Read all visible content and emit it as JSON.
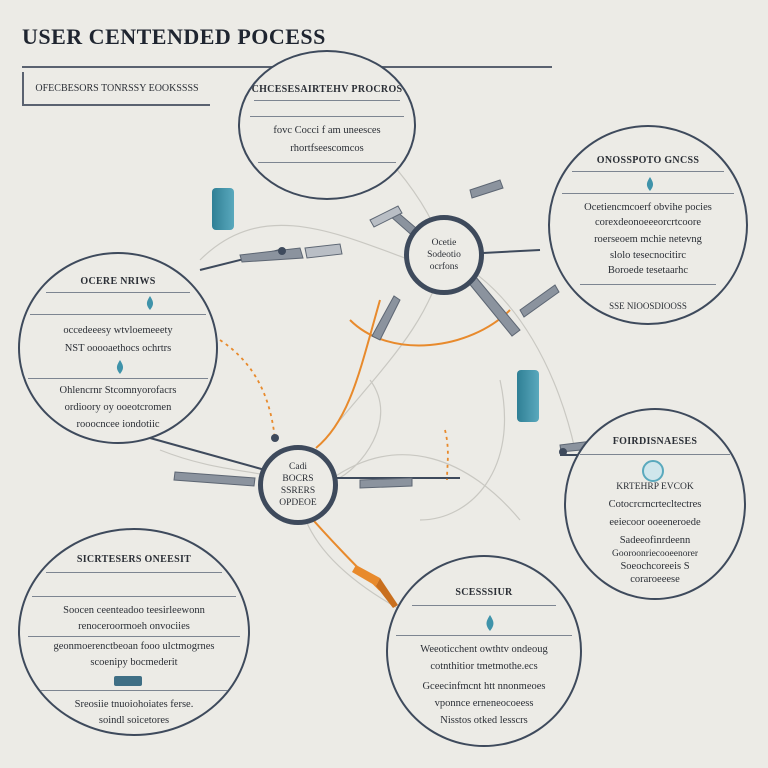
{
  "title": "USER CENTENDED POCESS",
  "subtitle": "OFECBESORS TONRSSY EOOKSSSS",
  "hubs": {
    "top": [
      "Ocetie",
      "Sodeotio",
      "ocrfons"
    ],
    "bottom": [
      "Cadi",
      "BOCRS",
      "SSRERS",
      "OPDEOE"
    ]
  },
  "nodes": {
    "top_center": {
      "head": "CHCESESAIRTEHV PROCROS",
      "lines": [
        "fovc Cocci f am uneesces",
        "rhortfseescomcos"
      ]
    },
    "top_right": {
      "head": "ONOSSPOTO GNCSS",
      "lines": [
        "Ocetiencmcoerf obvihe pocies",
        "corexdeonoeeeorcrtcoore",
        "roerseoem mchie netevng",
        "slolo tesecnocitirc",
        "Boroede tesetaarhc",
        "SSE NIOOSDIOOSS"
      ]
    },
    "left": {
      "head": "OCERE NRIWS",
      "lines": [
        "occedeeesy wtvloemeeety",
        "NST ooooaethocs ochrtrs",
        "Ohlencrnr Stcomnyorofacrs",
        "ordioory oy ooeotcromen",
        "rooocncee iondotiic"
      ]
    },
    "right": {
      "head": "FOIRDISNAESES",
      "lines": [
        "KRTEHRP EVCOK",
        "Cotocrcrncrtecltectres",
        "eeiecoor ooeeneroede",
        "Sadeeofinrdeenn",
        "Gooroonriecooeenorer",
        "Soeochcoreeis S",
        "coraroeeese"
      ]
    },
    "bottom_left": {
      "head": "SICRTESERS ONEESIT",
      "lines": [
        "Soocen ceenteadoo teesirleewonn",
        "renoceroormoeh onvociies",
        "geonmoerenctbeoan fooo ulctmogrnes",
        "scoenipy bocmederit",
        "Sreosiie tnuoiohoiates ferse.",
        "soindl soicetores"
      ]
    },
    "bottom_center": {
      "head": "SCESSSIUR",
      "lines": [
        "Weeoticchent owthtv ondeoug",
        "cotnthitior tmetmothe.ecs",
        "Gceecinfmcnt htt nnonmeoes",
        "vponnce erneneocoeess",
        "Nisstos otked lesscrs"
      ]
    }
  },
  "colors": {
    "accent": "#e88a2c",
    "outline": "#3e4a5c",
    "teal": "#3f93aa"
  }
}
